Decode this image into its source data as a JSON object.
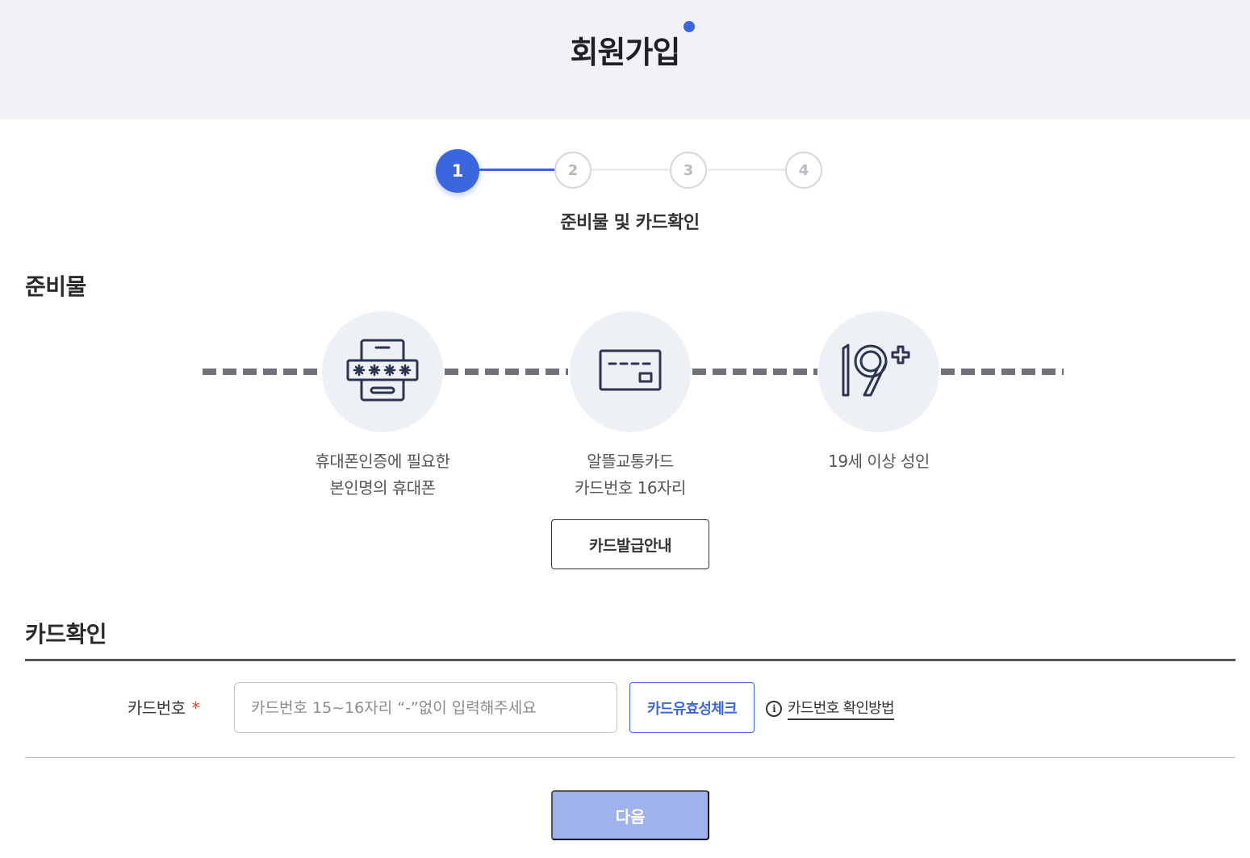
{
  "header": {
    "title": "회원가입"
  },
  "stepper": {
    "steps": [
      "1",
      "2",
      "3",
      "4"
    ],
    "active_step": 1,
    "caption": "준비물 및 카드확인"
  },
  "preparation": {
    "title": "준비물",
    "items": [
      {
        "icon": "phone-password-icon",
        "lines": [
          "휴대폰인증에 필요한",
          "본인명의 휴대폰"
        ]
      },
      {
        "icon": "credit-card-icon",
        "lines": [
          "알뜰교통카드",
          "카드번호 16자리"
        ]
      },
      {
        "icon": "age-19-plus-icon",
        "lines": [
          "19세 이상 성인"
        ]
      }
    ],
    "guide_button": "카드발급안내"
  },
  "card_check": {
    "title": "카드확인",
    "field_label": "카드번호",
    "required_mark": "*",
    "input_placeholder": "카드번호 15~16자리 “-”없이 입력해주세요",
    "input_value": "",
    "check_button": "카드유효성체크",
    "help_link": "카드번호 확인방법"
  },
  "footer": {
    "next_button": "다음"
  },
  "colors": {
    "accent": "#3a66de",
    "disabled_button": "#9fb2ec",
    "header_bg": "#f1f2f5",
    "required": "#e0452f"
  }
}
